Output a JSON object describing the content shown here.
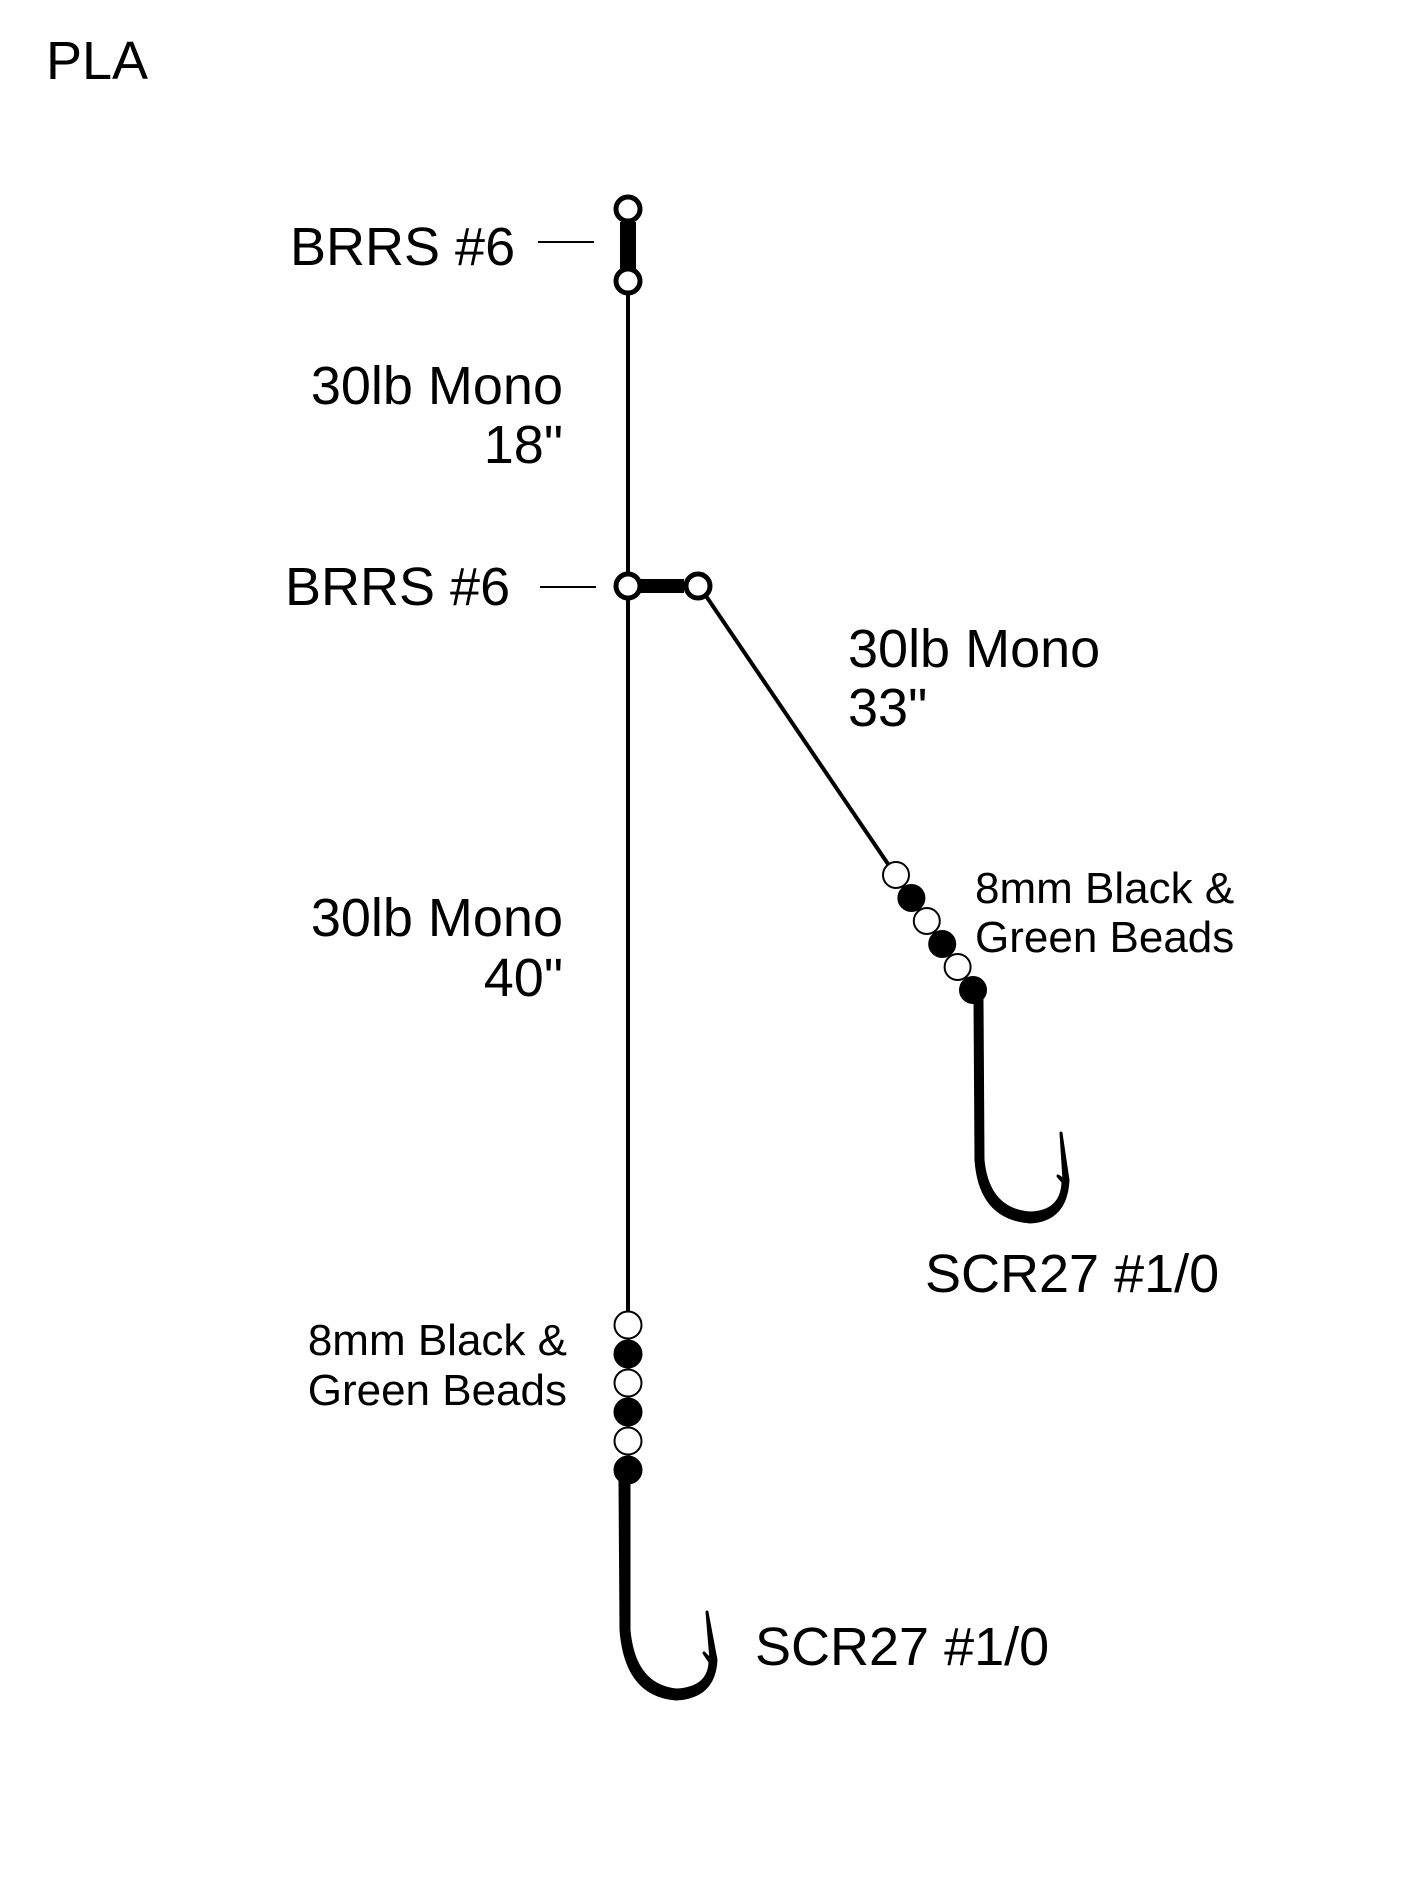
{
  "title": "PLA",
  "colors": {
    "line": "#000000",
    "background": "#ffffff",
    "bead_light": "#ffffff",
    "bead_dark": "#000000"
  },
  "components": {
    "top_swivel": {
      "label": "BRRS #6",
      "icon": "barrel-swivel-icon"
    },
    "main_line_upper": {
      "line1": "30lb Mono",
      "line2": "18\""
    },
    "dropper_swivel": {
      "label": "BRRS #6",
      "icon": "barrel-swivel-icon"
    },
    "dropper_line": {
      "line1": "30lb Mono",
      "line2": "33\""
    },
    "dropper_beads": {
      "line1": "8mm Black &",
      "line2": "Green Beads",
      "pattern": [
        "light",
        "dark",
        "light",
        "dark",
        "light",
        "dark"
      ]
    },
    "dropper_hook": {
      "label": "SCR27 #1/0",
      "icon": "fish-hook-icon"
    },
    "main_line_lower": {
      "line1": "30lb Mono",
      "line2": "40\""
    },
    "main_beads": {
      "line1": "8mm Black &",
      "line2": "Green Beads",
      "pattern": [
        "light",
        "dark",
        "light",
        "dark",
        "light",
        "dark"
      ]
    },
    "main_hook": {
      "label": "SCR27 #1/0",
      "icon": "fish-hook-icon"
    }
  }
}
